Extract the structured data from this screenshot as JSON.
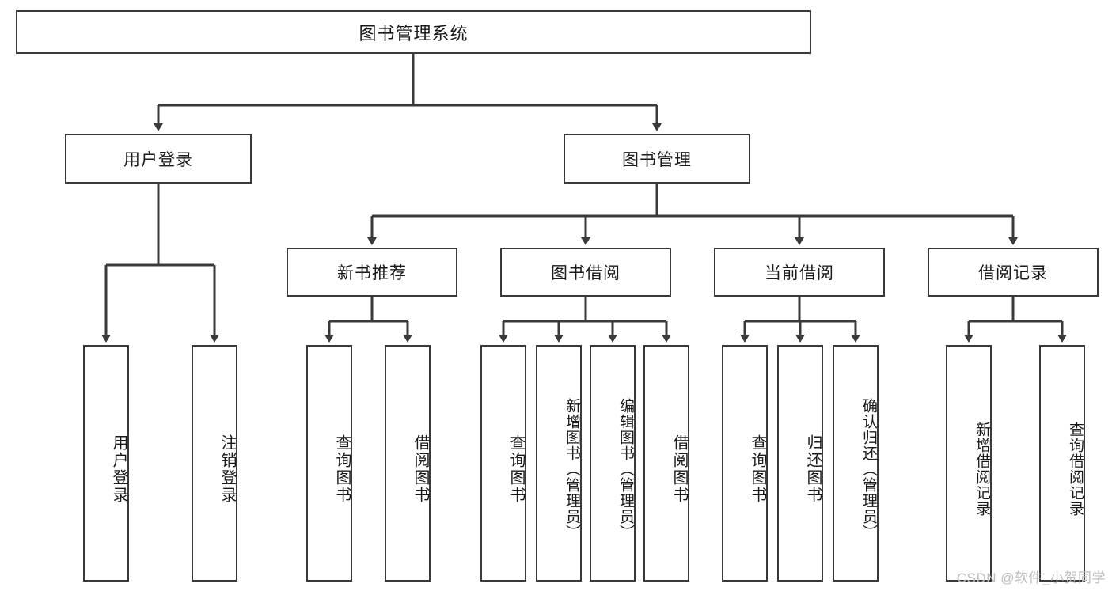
{
  "diagram": {
    "title": "图书管理系统",
    "type": "tree",
    "orientation": "top-down",
    "colors": {
      "box_border": "#3a3a3a",
      "box_fill": "#ffffff",
      "connector": "#3a3a3a",
      "text": "#1a1a1a",
      "watermark": "#bdbdbd",
      "background": "#ffffff"
    },
    "root": {
      "label": "图书管理系统"
    },
    "level2": [
      {
        "label": "用户登录"
      },
      {
        "label": "图书管理"
      }
    ],
    "level3": [
      {
        "label": "新书推荐"
      },
      {
        "label": "图书借阅"
      },
      {
        "label": "当前借阅"
      },
      {
        "label": "借阅记录"
      }
    ],
    "leaves": {
      "user_login": [
        {
          "label": "用户登录"
        },
        {
          "label": "注销登录"
        }
      ],
      "new_book_recommend": [
        {
          "label": "查询图书"
        },
        {
          "label": "借阅图书"
        }
      ],
      "book_borrow": [
        {
          "label": "查询图书"
        },
        {
          "label": "新增图书（管理员）"
        },
        {
          "label": "编辑图书（管理员）"
        },
        {
          "label": "借阅图书"
        }
      ],
      "current_borrow": [
        {
          "label": "查询图书"
        },
        {
          "label": "归还图书"
        },
        {
          "label": "确认归还（管理员）"
        }
      ],
      "borrow_record": [
        {
          "label": "新增借阅记录"
        },
        {
          "label": "查询借阅记录"
        }
      ]
    }
  },
  "watermark": {
    "text": "CSDN @软件_小贺同学"
  }
}
